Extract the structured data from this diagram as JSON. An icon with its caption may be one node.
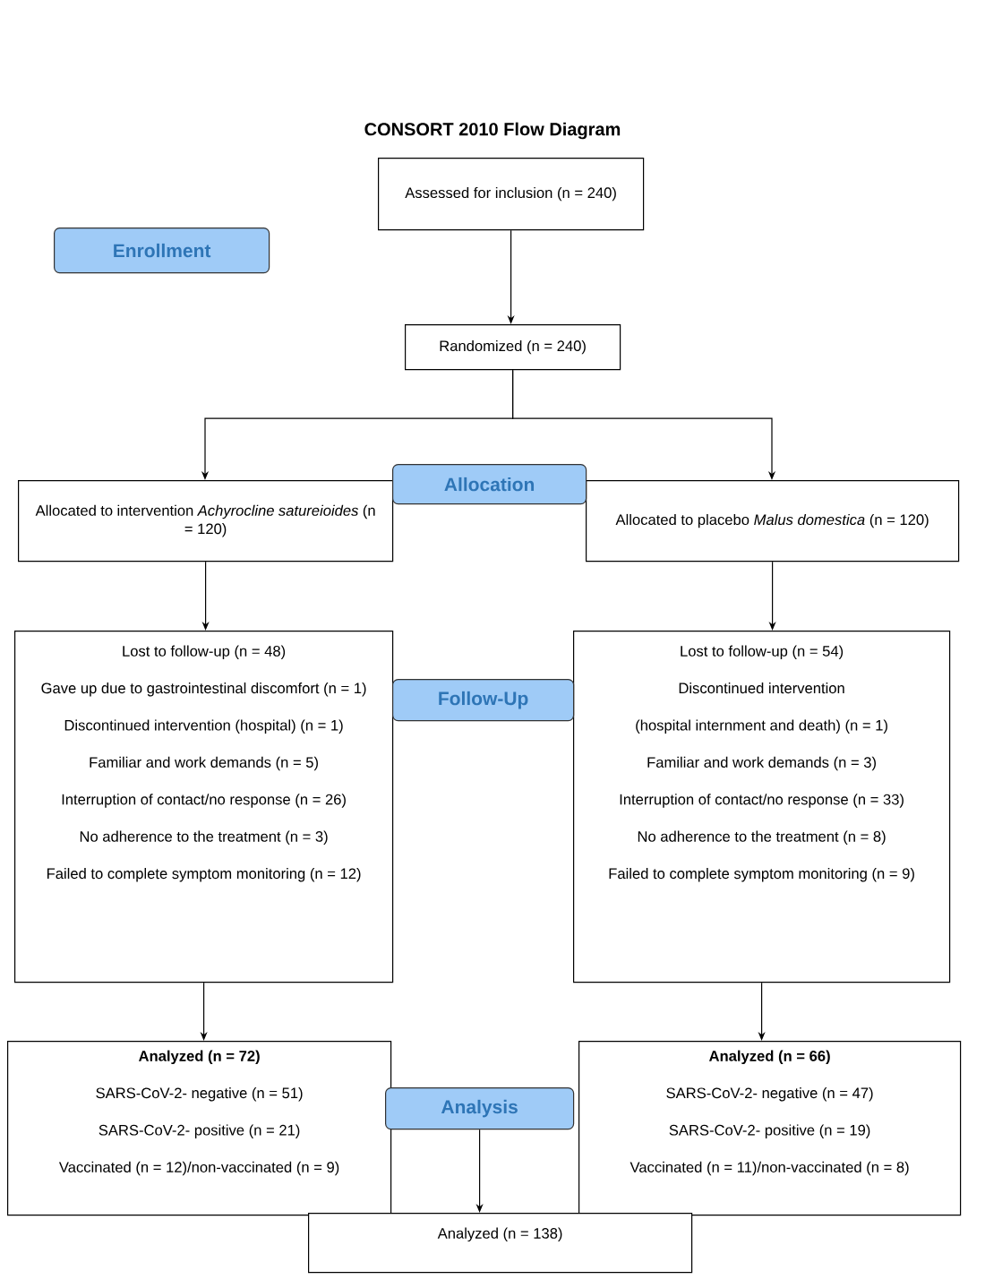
{
  "diagram": {
    "title": "CONSORT 2010 Flow Diagram",
    "nodes": [
      {
        "text": [
          "Assessed for inclusion (n = 240)"
        ]
      },
      {
        "text": [
          "Enrollment"
        ]
      },
      {
        "text": [
          "Randomized (n = 240)"
        ]
      },
      {
        "text": [
          "Allocation"
        ]
      },
      {
        "text": [
          "Allocated to intervention *Achyrocline satureioides* (n = 120)"
        ]
      },
      {
        "text": [
          "Allocated to placebo *Malus domestica* (n = 120)"
        ]
      },
      {
        "text": [
          "Lost to follow-up (n = 48)",
          "Gave up due to gastrointestinal discomfort (n = 1)",
          "Discontinued intervention (hospital) (n = 1)",
          "Familiar and work demands (n = 5)",
          "Interruption of contact/no response (n = 26)",
          "No adherence to the treatment (n = 3)",
          "Failed to complete symptom monitoring (n = 12)"
        ]
      },
      {
        "text": [
          "Follow-Up"
        ]
      },
      {
        "text": [
          "Lost to follow-up (n = 54)",
          "Discontinued intervention",
          "(hospital internment and death) (n = 1)",
          "Familiar and work demands (n = 3)",
          "Interruption of contact/no response (n = 33)",
          "No adherence to the treatment (n = 8)",
          "Failed to complete symptom monitoring (n = 9)"
        ]
      },
      {
        "text": [
          "Analyzed (n = 72)",
          "SARS-CoV-2- negative (n = 51)",
          "SARS-CoV-2- positive (n = 21)",
          "Vaccinated (n = 12)/non-vaccinated (n = 9)"
        ]
      },
      {
        "text": [
          "Analysis"
        ]
      },
      {
        "text": [
          "Analyzed (n = 66)",
          "SARS-CoV-2- negative (n = 47)",
          "SARS-CoV-2- positive (n = 19)",
          "Vaccinated (n = 11)/non-vaccinated (n = 8)"
        ]
      },
      {
        "text": [
          "Analyzed (n = 138)"
        ]
      }
    ],
    "edges": [
      {
        "from": 0,
        "to": 2,
        "arrow": "to"
      },
      {
        "from": 2,
        "to": 4,
        "arrow": "to"
      },
      {
        "from": 2,
        "to": 5,
        "arrow": "to"
      },
      {
        "from": 4,
        "to": 6,
        "arrow": "to"
      },
      {
        "from": 5,
        "to": 8,
        "arrow": "to"
      },
      {
        "from": 6,
        "to": 9,
        "arrow": "to"
      },
      {
        "from": 8,
        "to": 11,
        "arrow": "to"
      },
      {
        "from": 10,
        "to": 12,
        "arrow": "to"
      }
    ]
  }
}
